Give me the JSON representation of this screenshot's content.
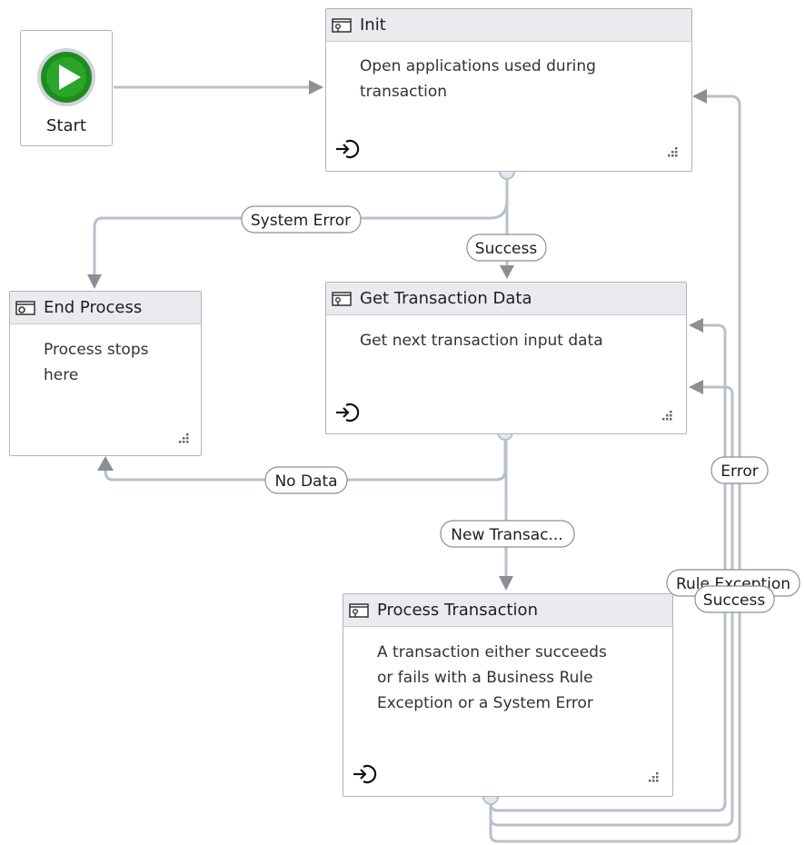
{
  "start": {
    "label": "Start",
    "icon": "play-icon"
  },
  "states": {
    "init": {
      "title": "Init",
      "description": "Open  applications used during transaction",
      "description_lines": [
        "Open  applications used during",
        "transaction"
      ]
    },
    "get_transaction_data": {
      "title": "Get Transaction Data",
      "description": "Get next transaction input data",
      "description_lines": [
        "Get next transaction input data"
      ]
    },
    "end_process": {
      "title": "End Process",
      "description": "Process stops here",
      "description_lines": [
        "Process stops",
        "here"
      ]
    },
    "process_transaction": {
      "title": "Process Transaction",
      "description": "A transaction either succeeds or fails with a Business Rule Exception or a System Error",
      "description_lines": [
        "A transaction either succeeds",
        "or fails with a Business Rule",
        "Exception or a System Error"
      ]
    }
  },
  "transitions": {
    "system_error": "System Error",
    "success_init": "Success",
    "no_data": "No Data",
    "new_transaction": "New Transac...",
    "error": "Error",
    "rule_exception": "Rule Exception",
    "success_process": "Success"
  },
  "colors": {
    "connector": "#b8c0cb",
    "arrow": "#8c8f94",
    "header": "#e9ebee",
    "border": "#aeb4bd",
    "start_green": "#1e8c1e"
  }
}
